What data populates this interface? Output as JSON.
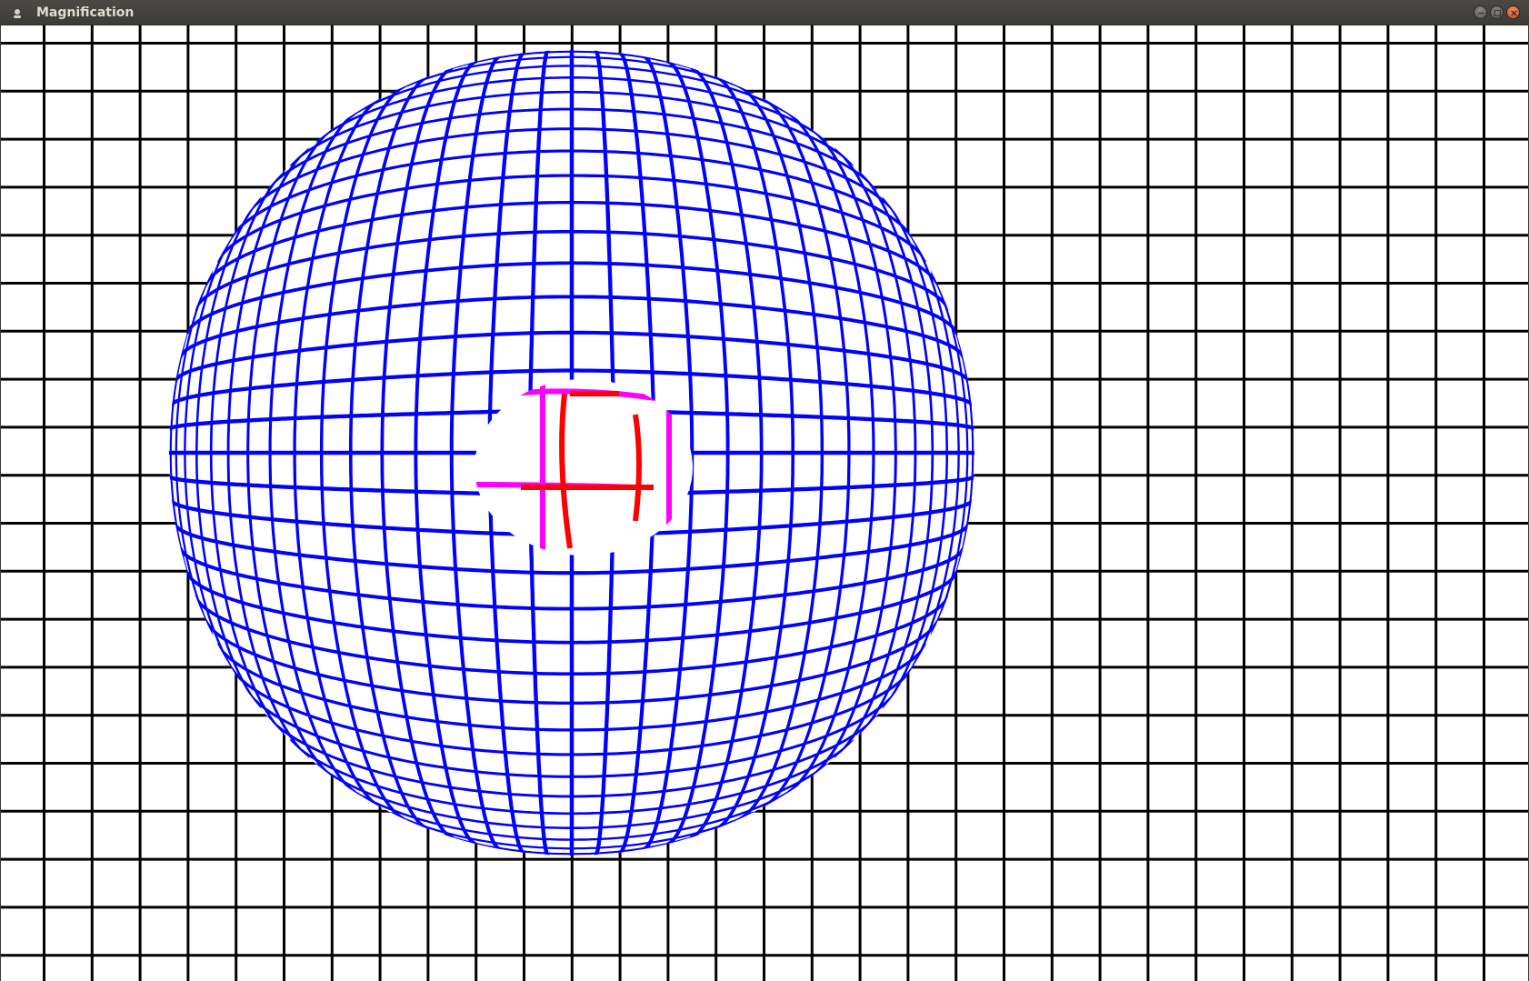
{
  "window": {
    "title": "Magnification",
    "app_icon": "app-icon",
    "controls": [
      {
        "name": "minimize-button",
        "icon": "minimize-icon"
      },
      {
        "name": "maximize-button",
        "icon": "maximize-icon"
      },
      {
        "name": "close-button",
        "icon": "close-icon"
      }
    ]
  },
  "colors": {
    "background": "#ffffff",
    "grid": "#000000",
    "outer_lens_grid": "#0000ff",
    "inner_lens_grid_red": "#ff0000",
    "inner_lens_grid_magenta": "#ff00ff",
    "titlebar": "#3c3b37"
  }
}
